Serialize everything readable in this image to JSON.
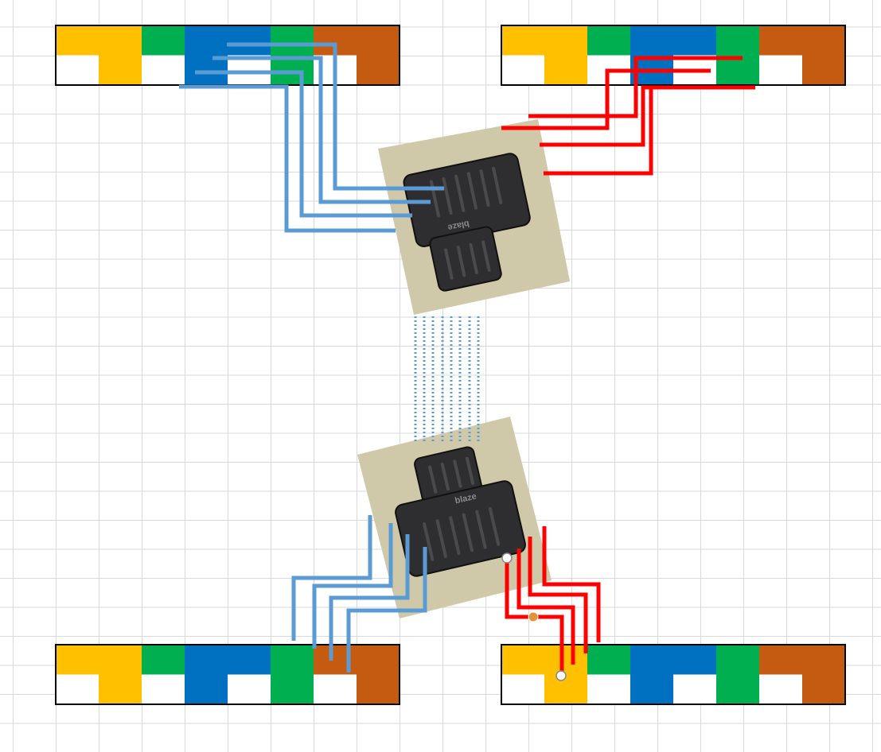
{
  "colors": {
    "orange": "#FFC000",
    "green": "#00B050",
    "blue": "#0070C0",
    "brown": "#C55A11",
    "white": "#FFFFFF",
    "wire_blue": "#5B9BD5",
    "wire_red": "#FF0000",
    "photo_bg": "#CFC9A9",
    "adapter": "#2E2E30"
  },
  "connectors": [
    {
      "id": "top-left"
    },
    {
      "id": "top-right"
    },
    {
      "id": "bottom-left"
    },
    {
      "id": "bottom-right"
    }
  ],
  "photos": {
    "upper": {
      "brand_text": "blaze",
      "orientation": "flipped"
    },
    "lower": {
      "brand_text": "blaze",
      "orientation": "normal"
    }
  }
}
